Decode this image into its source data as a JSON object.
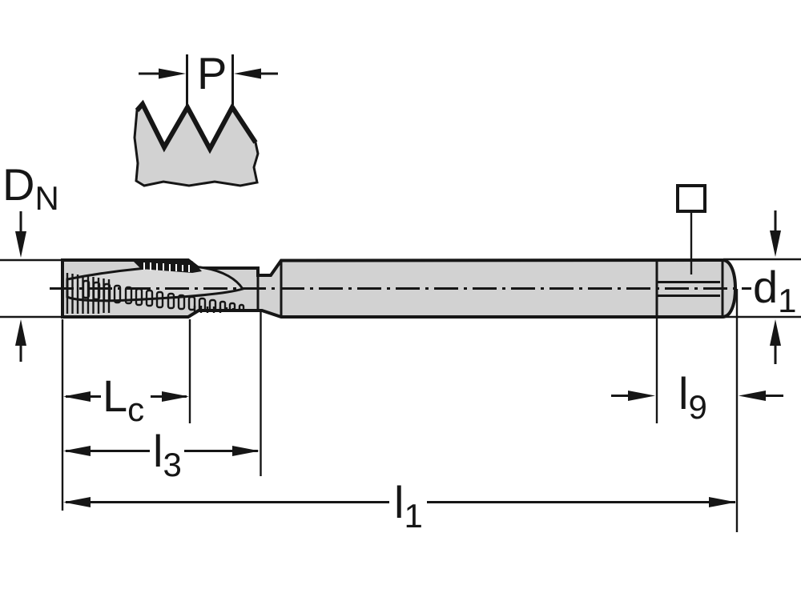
{
  "diagram": {
    "description": "Technical dimension drawing of a machine tap (threading tool): side view with spiral-fluted thread section, neck, cylindrical shank with square drive end, plus a thread-profile detail view",
    "colors": {
      "background": "#ffffff",
      "line": "#161616",
      "body_fill": "#d2d2d2",
      "flute_fill": "#d9d9d9"
    },
    "labels": {
      "pitch": {
        "main": "P",
        "sub": ""
      },
      "nominal_diameter": {
        "main": "D",
        "sub": "N"
      },
      "shank_diameter": {
        "main": "d",
        "sub": "1"
      },
      "chamfer_length": {
        "main": "L",
        "sub": "c"
      },
      "thread_length": {
        "main": "l",
        "sub": "3"
      },
      "overall_length": {
        "main": "l",
        "sub": "1"
      },
      "square_length": {
        "main": "l",
        "sub": "9"
      }
    },
    "symbols": {
      "square_drive": "square-outline"
    }
  }
}
